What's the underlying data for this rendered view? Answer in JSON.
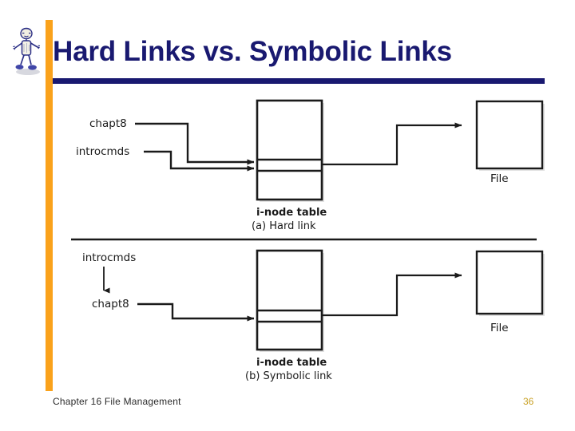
{
  "slide": {
    "title": "Hard Links vs. Symbolic Links",
    "footer": "Chapter 16 File Management",
    "page_number": "36",
    "colors": {
      "title_navy": "#191970",
      "accent_orange": "#FAA21B",
      "page_number_gold": "#C9A227",
      "diagram_stroke": "#1a1a1a"
    },
    "mascot_icon": "stick-figure-person-icon"
  },
  "diagram": {
    "type": "schematic",
    "panels": [
      {
        "id": "hard-link",
        "caption_table": "i-node table",
        "caption_figure": "(a) Hard link",
        "file_label": "File",
        "name_labels": [
          "chapt8",
          "introcmds"
        ],
        "link_count_arrows": 2,
        "description": "Two directory entries point to the same i-node; the i-node points to the file."
      },
      {
        "id": "symbolic-link",
        "caption_table": "i-node table",
        "caption_figure": "(b) Symbolic link",
        "file_label": "File",
        "name_labels": [
          "introcmds",
          "chapt8"
        ],
        "link_count_arrows": 1,
        "description": "introcmds is a symbolic link naming chapt8; only chapt8 points to the i-node, which points to the file."
      }
    ]
  }
}
